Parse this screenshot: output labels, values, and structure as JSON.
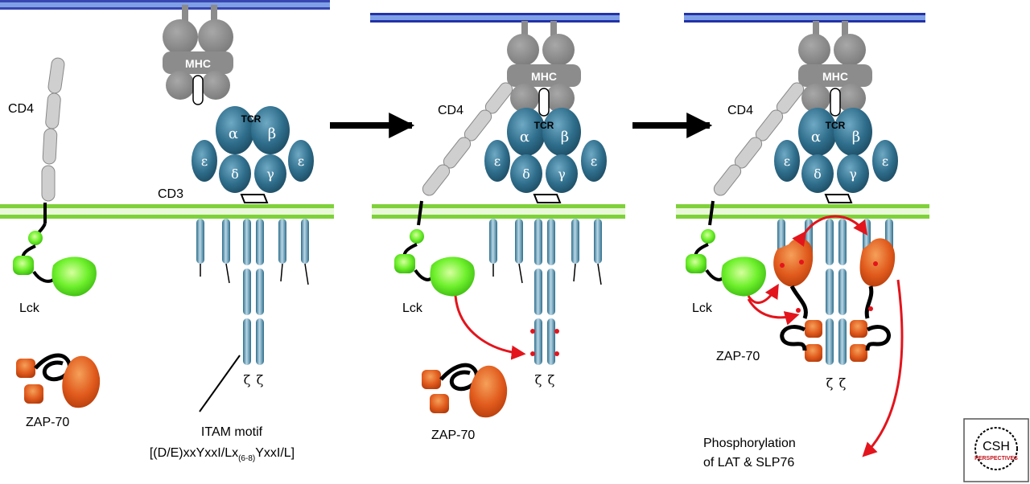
{
  "panel1": {
    "mhc_label": "MHC",
    "cd4_label": "CD4",
    "tcr_label": "TCR",
    "alpha": "α",
    "beta": "β",
    "cd3_label": "CD3",
    "epsilon_left": "ε",
    "delta": "δ",
    "gamma": "γ",
    "epsilon_right": "ε",
    "zeta_left": "ζ",
    "zeta_right": "ζ",
    "lck_label": "Lck",
    "zap70_label": "ZAP-70",
    "itam_line1": "ITAM motif",
    "itam_line2_pre": "[(D/E)xxYxxI/Lx",
    "itam_sub": "(6-8)",
    "itam_line2_post": "YxxI/L]"
  },
  "panel2": {
    "mhc_label": "MHC",
    "cd4_label": "CD4",
    "tcr_label": "TCR",
    "alpha": "α",
    "beta": "β",
    "epsilon_left": "ε",
    "delta": "δ",
    "gamma": "γ",
    "epsilon_right": "ε",
    "zeta_left": "ζ",
    "zeta_right": "ζ",
    "lck_label": "Lck",
    "zap70_label": "ZAP-70"
  },
  "panel3": {
    "mhc_label": "MHC",
    "cd4_label": "CD4",
    "tcr_label": "TCR",
    "alpha": "α",
    "beta": "β",
    "epsilon_left": "ε",
    "delta": "δ",
    "gamma": "γ",
    "epsilon_right": "ε",
    "zeta_left": "ζ",
    "zeta_right": "ζ",
    "lck_label": "Lck",
    "zap70_label": "ZAP-70",
    "phospho_line1": "Phosphorylation",
    "phospho_line2": "of LAT & SLP76"
  },
  "logo": {
    "line1": "CSH",
    "line2": "PERSPECTIVES"
  },
  "colors": {
    "tcr_teal": "#2f6e8c",
    "lck_green": "#5ee62a",
    "zap_orange": "#e05a1c",
    "mhc_gray": "#8c8c8c",
    "cd4_gray": "#cfcfcf",
    "arrow_red": "#e3141c",
    "membrane_green": "#7fd13a",
    "membrane_blue": "#2232a8"
  }
}
